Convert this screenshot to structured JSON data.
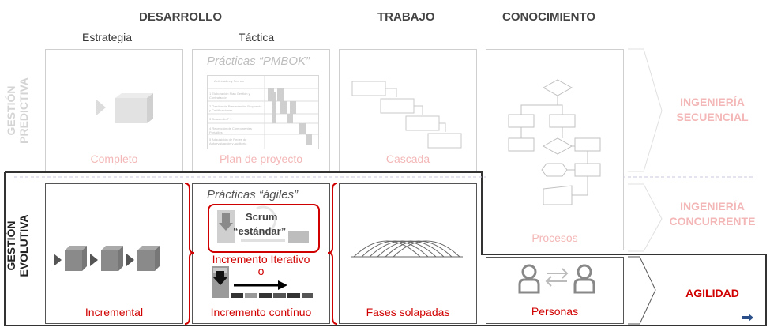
{
  "headers": {
    "desarrollo": "DESARROLLO",
    "trabajo": "TRABAJO",
    "conocimiento": "CONOCIMIENTO",
    "estrategia": "Estrategia",
    "tactica": "Táctica"
  },
  "rows": {
    "predictiva": [
      "GESTIÓN",
      "PREDICTIVA"
    ],
    "evolutiva": [
      "GESTIÓN",
      "EVOLUTIVA"
    ]
  },
  "predictive": {
    "estrategia_caption": "Completo",
    "tactica_title": "Prácticas “PMBOK”",
    "tactica_caption": "Plan de proyecto",
    "trabajo_caption": "Cascada",
    "table_header": "Actividades y Fechas",
    "table_rows": [
      "1  Elaboración Plan Gestión y Contratación",
      "2  Gestión de Presentación Propuesta y Certificaciones",
      "3  Desarrollo F 1 ",
      "4  Recepción de Componentes Portátiles",
      "5  Adquisición de Redes de Autoevaluación y Auditoría"
    ]
  },
  "evolutive": {
    "estrategia_caption": "Incremental",
    "tactica_title": "Prácticas “ágiles”",
    "scrum_label_1": "Scrum",
    "scrum_label_2": "“estándar”",
    "incremento_iterativo": "Incremento Iterativo",
    "o": "o",
    "incremento_continuo": "Incremento contínuo",
    "trabajo_caption": "Fases solapadas",
    "conocimiento_caption_procesos": "Procesos",
    "conocimiento_caption_personas": "Personas"
  },
  "results": {
    "secuencial": [
      "INGENIERÍA",
      "SECUENCIAL"
    ],
    "concurrente": [
      "INGENIERÍA",
      "CONCURRENTE"
    ],
    "agilidad": "AGILIDAD"
  },
  "colors": {
    "accent_red": "#d10000",
    "faded_red": "#f4b7b7",
    "light_gray": "#bfbfbf",
    "mid_gray": "#8a8a8a",
    "dark": "#222222"
  }
}
